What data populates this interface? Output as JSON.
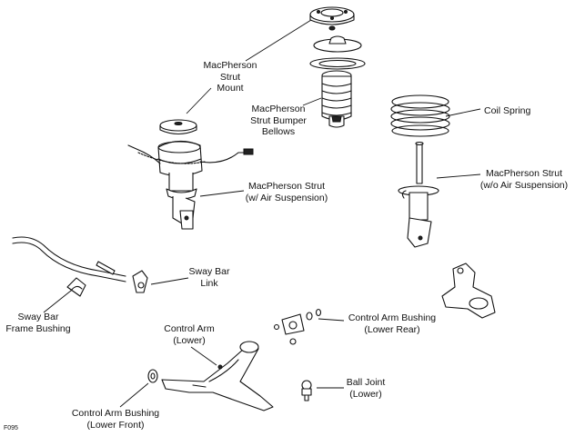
{
  "figure_code": "F095",
  "labels": {
    "strut_mount": [
      "MacPherson",
      "Strut",
      "Mount"
    ],
    "bumper_bellows": [
      "MacPherson",
      "Strut Bumper",
      "Bellows"
    ],
    "coil_spring": [
      "Coil Spring"
    ],
    "strut_air": [
      "MacPherson Strut",
      "(w/ Air Suspension)"
    ],
    "strut_no_air": [
      "MacPherson Strut",
      "(w/o Air Suspension)"
    ],
    "sway_bar_link": [
      "Sway Bar",
      "Link"
    ],
    "sway_bar_bushing": [
      "Sway Bar",
      "Frame Bushing"
    ],
    "control_arm": [
      "Control Arm",
      "(Lower)"
    ],
    "bushing_lower_rear": [
      "Control Arm Bushing",
      "(Lower Rear)"
    ],
    "ball_joint": [
      "Ball Joint",
      "(Lower)"
    ],
    "bushing_lower_front": [
      "Control Arm Bushing",
      "(Lower Front)"
    ]
  }
}
